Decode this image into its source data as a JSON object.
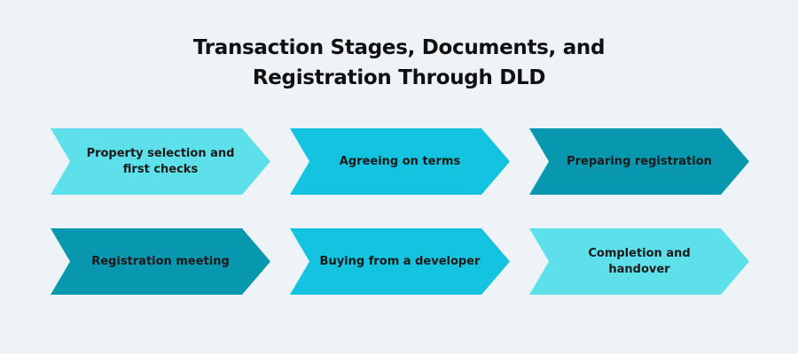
{
  "title": {
    "line1": "Transaction Stages, Documents, and",
    "line2": "Registration Through DLD"
  },
  "colors": {
    "background": "#eef3f8",
    "light_cyan": "#5ee0ea",
    "medium_cyan": "#13c3e0",
    "dark_teal": "#0798b0"
  },
  "stages": [
    {
      "label": "Property selection and first checks",
      "color": "#5ee0ea"
    },
    {
      "label": "Agreeing on terms",
      "color": "#13c3e0"
    },
    {
      "label": "Preparing registration",
      "color": "#0798b0"
    },
    {
      "label": "Registration meeting",
      "color": "#0798b0"
    },
    {
      "label": "Buying from a developer",
      "color": "#13c3e0"
    },
    {
      "label": "Completion and handover",
      "color": "#5ee0ea"
    }
  ]
}
